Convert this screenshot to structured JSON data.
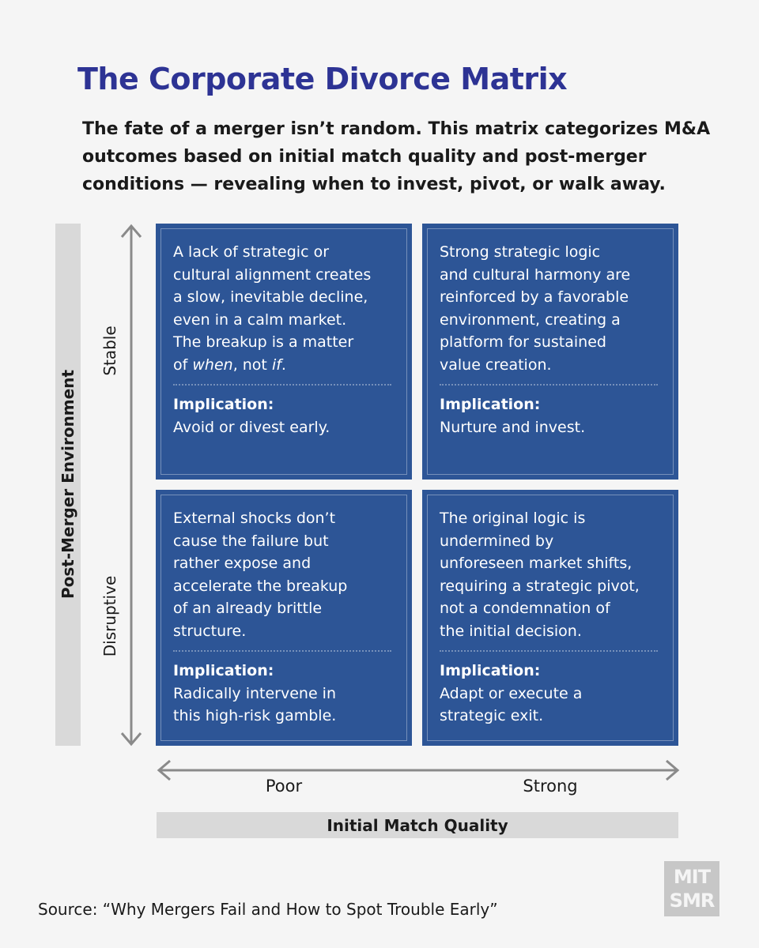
{
  "header": {
    "title": "The Corporate Divorce Matrix",
    "subtitle": "The fate of a merger isn’t random. This matrix categorizes M&A outcomes based on initial match quality and post-merger conditions — revealing when to invest, pivot, or walk away."
  },
  "y_axis": {
    "label": "Post-Merger Environment",
    "top_label": "Stable",
    "bottom_label": "Disruptive"
  },
  "x_axis": {
    "label": "Initial Match Quality",
    "left_label": "Poor",
    "right_label": "Strong"
  },
  "quadrants": {
    "top_left": {
      "desc_before": "A lack of strategic or\ncultural alignment creates\na slow, inevitable decline,\neven in a calm market.\nThe breakup is a matter\nof ",
      "desc_em1": "when",
      "desc_mid": ", not ",
      "desc_em2": "if",
      "desc_after": ".",
      "implication_label": "Implication:",
      "implication": "Avoid or divest early."
    },
    "top_right": {
      "description": "Strong strategic logic\nand cultural harmony are\nreinforced by a favorable\nenvironment, creating a\nplatform for sustained\nvalue creation.",
      "implication_label": "Implication:",
      "implication": "Nurture and invest."
    },
    "bottom_left": {
      "description": "External shocks don’t\ncause the failure but\nrather expose and\naccelerate the breakup\nof an already brittle\nstructure.",
      "implication_label": "Implication:",
      "implication": "Radically intervene in\nthis high-risk gamble."
    },
    "bottom_right": {
      "description": "The original logic is\nundermined by\nunforeseen market shifts,\nrequiring a strategic pivot,\nnot a condemnation of\nthe initial decision.",
      "implication_label": "Implication:",
      "implication": "Adapt or execute a\nstrategic exit."
    }
  },
  "footer": {
    "source": "Source: “Why Mergers Fail and How to Spot Trouble Early”",
    "logo_line1": "MIT",
    "logo_line2": "SMR"
  },
  "colors": {
    "title": "#2d3394",
    "quadrant_fill": "#2d5596",
    "band": "#d9d9d9",
    "arrow": "#8a8a8a"
  }
}
